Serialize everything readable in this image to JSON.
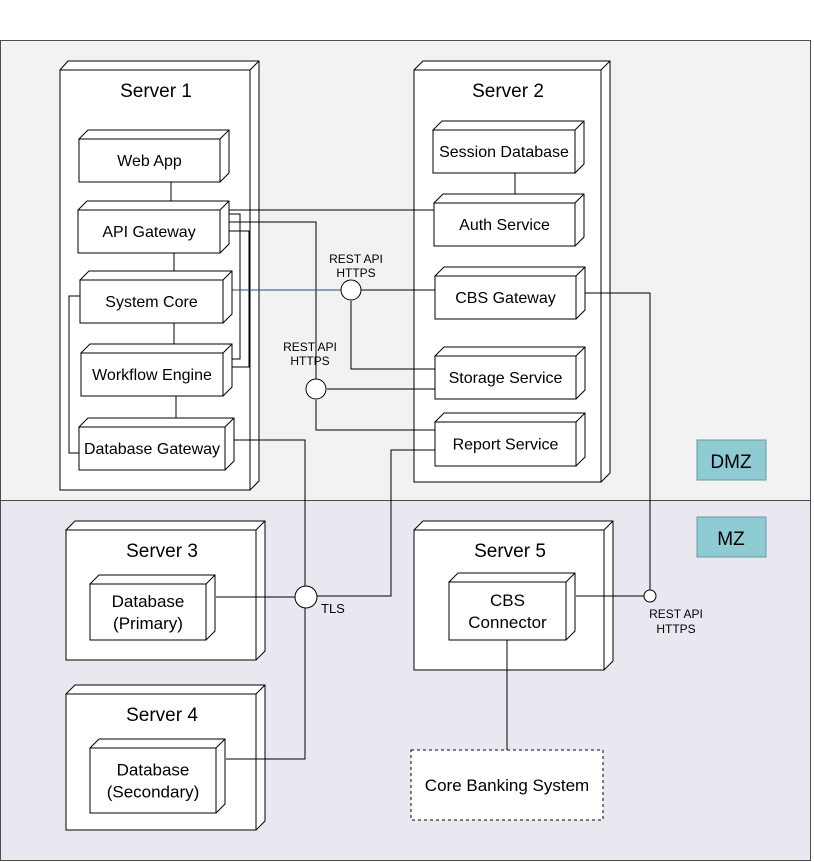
{
  "zones": {
    "dmz_label": "DMZ",
    "mz_label": "MZ",
    "dmz_color": "#f2f2f2",
    "mz_color": "#ebe7f0",
    "badge_color": "#8ecbd3"
  },
  "servers": {
    "s1": "Server 1",
    "s2": "Server 2",
    "s3": "Server 3",
    "s4": "Server 4",
    "s5": "Server 5"
  },
  "components": {
    "web_app": "Web App",
    "api_gateway": "API Gateway",
    "system_core": "System Core",
    "workflow_engine": "Workflow Engine",
    "database_gateway": "Database Gateway",
    "session_database": "Session Database",
    "auth_service": "Auth Service",
    "cbs_gateway": "CBS Gateway",
    "storage_service": "Storage Service",
    "report_service": "Report Service",
    "database_primary": [
      "Database",
      "(Primary)"
    ],
    "database_secondary": [
      "Database",
      "(Secondary)"
    ],
    "cbs_connector": [
      "CBS",
      "Connector"
    ],
    "core_banking_system": "Core Banking System"
  },
  "interfaces": {
    "rest_api_1": [
      "REST API",
      "HTTPS"
    ],
    "rest_api_2": [
      "REST API",
      "HTTPS"
    ],
    "rest_api_3": [
      "REST API",
      "HTTPS"
    ],
    "tls": "TLS"
  },
  "colors": {
    "highlight_line": "#1f4e9a"
  }
}
